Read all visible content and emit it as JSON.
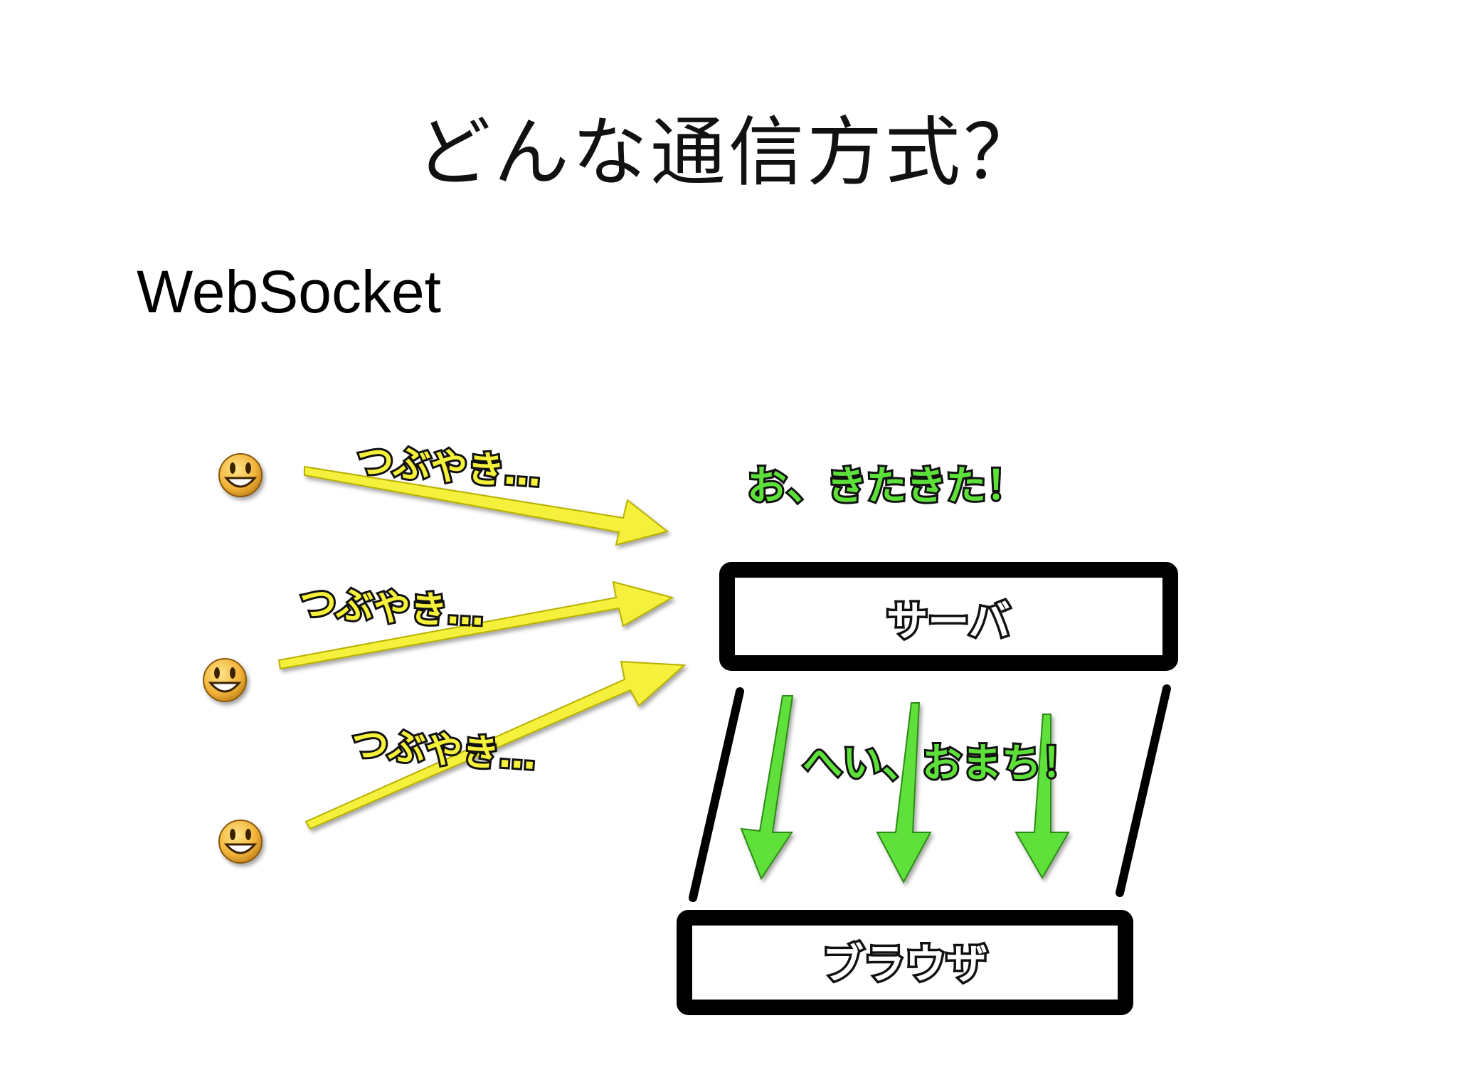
{
  "slide": {
    "title": "どんな通信方式？",
    "subtitle": "WebSocket"
  },
  "diagram": {
    "tweet_label": "つぶやき…",
    "server_reaction": "お、きたきた！",
    "server_label": "サーバ",
    "server_reply": "へい、おまち！",
    "browser_label": "ブラウザ",
    "user_icon": "smiley-face-icon",
    "colors": {
      "tweet_arrow": "#f5f03a",
      "push_arrow": "#5ee03a",
      "box_border": "#000000"
    }
  }
}
